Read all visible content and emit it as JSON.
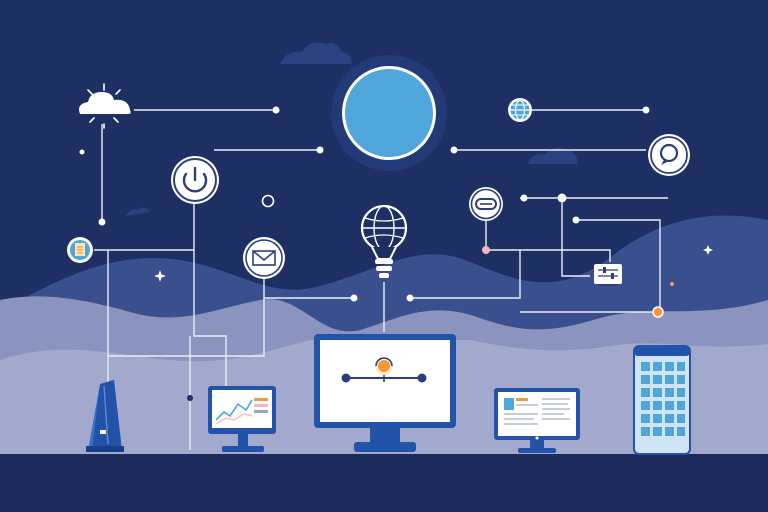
{
  "scene": {
    "colors": {
      "sky": "#1d2f63",
      "hill_far": "#3a4f8d",
      "hill_mid": "#8b93bf",
      "hill_near": "#a3a9cc",
      "ground": "#1b2b5c",
      "line": "#e9edf7",
      "accent_blue": "#4ea6db",
      "accent_orange": "#f59a3b",
      "screen_frame": "#2353a8",
      "screen_face": "#ffffff"
    },
    "icons": [
      "cloud-sun-icon",
      "power-icon",
      "mail-icon",
      "lightbulb-globe-icon",
      "globe-icon",
      "chat-bubble-icon",
      "chat-link-icon",
      "sliders-icon",
      "document-icon",
      "sparkle-icon"
    ],
    "devices": [
      "server-tower",
      "monitor-chart",
      "monitor-center",
      "monitor-document",
      "tablet-grid"
    ]
  }
}
